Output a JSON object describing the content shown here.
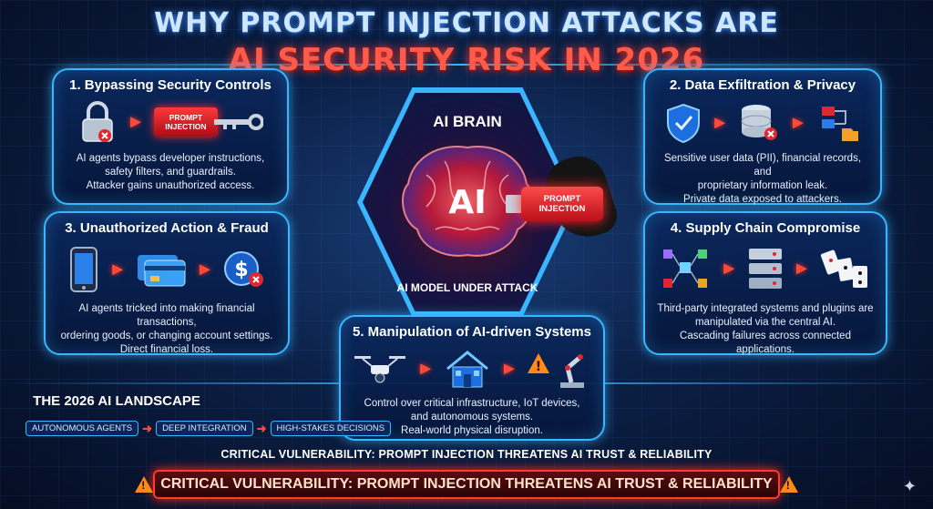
{
  "title": {
    "line1": "WHY PROMPT INJECTION ATTACKS ARE",
    "line2": "AI SECURITY RISK IN 2026"
  },
  "panels": {
    "p1": {
      "title": "1. Bypassing Security Controls",
      "badge": "PROMPT INJECTION",
      "lines": [
        "AI agents bypass developer instructions,",
        "safety filters, and guardrails.",
        "Attacker gains unauthorized access."
      ]
    },
    "p2": {
      "title": "2. Data Exfiltration & Privacy",
      "lines": [
        "Sensitive user data (PII), financial records, and",
        "proprietary information leak.",
        "Private data exposed to attackers."
      ]
    },
    "p3": {
      "title": "3. Unauthorized Action & Fraud",
      "lines": [
        "AI agents tricked into making financial transactions,",
        "ordering goods, or changing account settings.",
        "Direct financial loss."
      ]
    },
    "p4": {
      "title": "4. Supply Chain Compromise",
      "lines": [
        "Third-party integrated systems and plugins are",
        "manipulated via the central AI.",
        "Cascading failures across connected applications."
      ]
    },
    "p5": {
      "title": "5. Manipulation of AI-driven Systems",
      "lines": [
        "Control over critical infrastructure, IoT devices,",
        "and autonomous systems.",
        "Real-world physical disruption."
      ]
    }
  },
  "brain": {
    "title": "AI BRAIN",
    "ai_label": "AI",
    "usb_label": "PROMPT INJECTION",
    "caption": "AI MODEL UNDER ATTACK"
  },
  "landscape": {
    "title": "THE 2026 AI LANDSCAPE",
    "items": [
      "AUTONOMOUS AGENTS",
      "DEEP INTEGRATION",
      "HIGH-STAKES DECISIONS"
    ]
  },
  "footer": {
    "subtitle": "CRITICAL VULNERABILITY: PROMPT INJECTION THREATENS AI TRUST & RELIABILITY",
    "banner": "CRITICAL VULNERABILITY: PROMPT INJECTION THREATENS AI TRUST & RELIABILITY"
  },
  "colors": {
    "accent": "#39b6ff",
    "danger": "#ff3b2f",
    "background": "#0b1f45"
  }
}
